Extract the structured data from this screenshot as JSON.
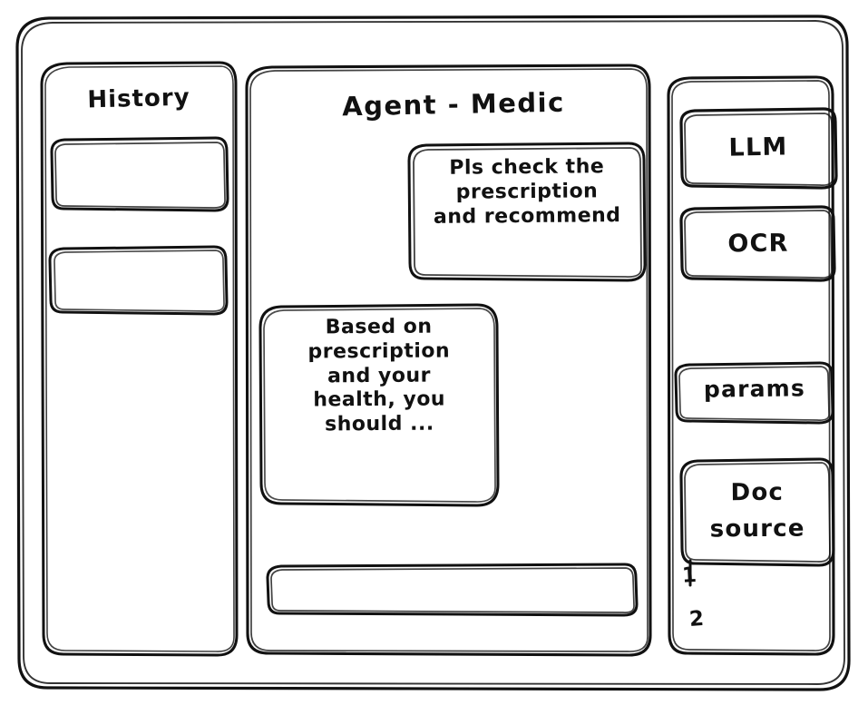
{
  "window": {
    "frame_label": "app-window-frame"
  },
  "sidebar": {
    "title": "History",
    "items": [
      {
        "label": "",
        "name": "history-entry-1"
      },
      {
        "label": "",
        "name": "history-entry-2"
      }
    ]
  },
  "main": {
    "title": "Agent - Medic",
    "messages": [
      {
        "role": "user",
        "text": "Pls check the\nprescription\nand recommend"
      },
      {
        "role": "agent",
        "text": "Based on\nprescription\nand your\nhealth, you\nshould ..."
      }
    ],
    "composer": {
      "value": "",
      "placeholder": ""
    }
  },
  "right_panel": {
    "cards": [
      {
        "label": "LLM",
        "name": "llm-card"
      },
      {
        "label": "OCR",
        "name": "ocr-card"
      },
      {
        "label": "params",
        "name": "params-card"
      },
      {
        "label": "Doc\nsource",
        "name": "doc-source-card"
      }
    ],
    "doc_sources": [
      {
        "number": "1"
      },
      {
        "number": "2"
      }
    ]
  },
  "style": {
    "stroke": "#111111",
    "background": "#ffffff"
  }
}
